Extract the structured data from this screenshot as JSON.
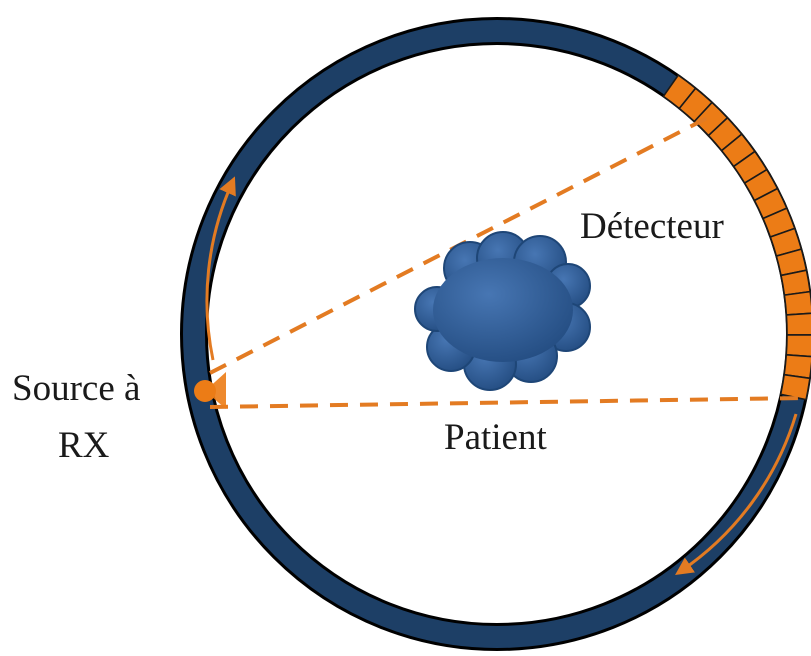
{
  "labels": {
    "source_line1": "Source à",
    "source_line2": "RX",
    "detector": "Détecteur",
    "patient": "Patient"
  },
  "colors": {
    "gantry_ring": "#1d3f66",
    "ring_outline": "#000000",
    "beam": "#e37b22",
    "detector_fill": "#ec7c16",
    "detector_lines": "#1a1a1a",
    "patient_fill": "#2e5f9c",
    "patient_edge": "#1e4677",
    "rotation_arrow": "#e37b22",
    "source_point": "#ec7c16",
    "background": "#ffffff"
  },
  "icons": {
    "rotation": "curved-arrow",
    "source": "orange-dot",
    "patient": "cloud-shape"
  }
}
